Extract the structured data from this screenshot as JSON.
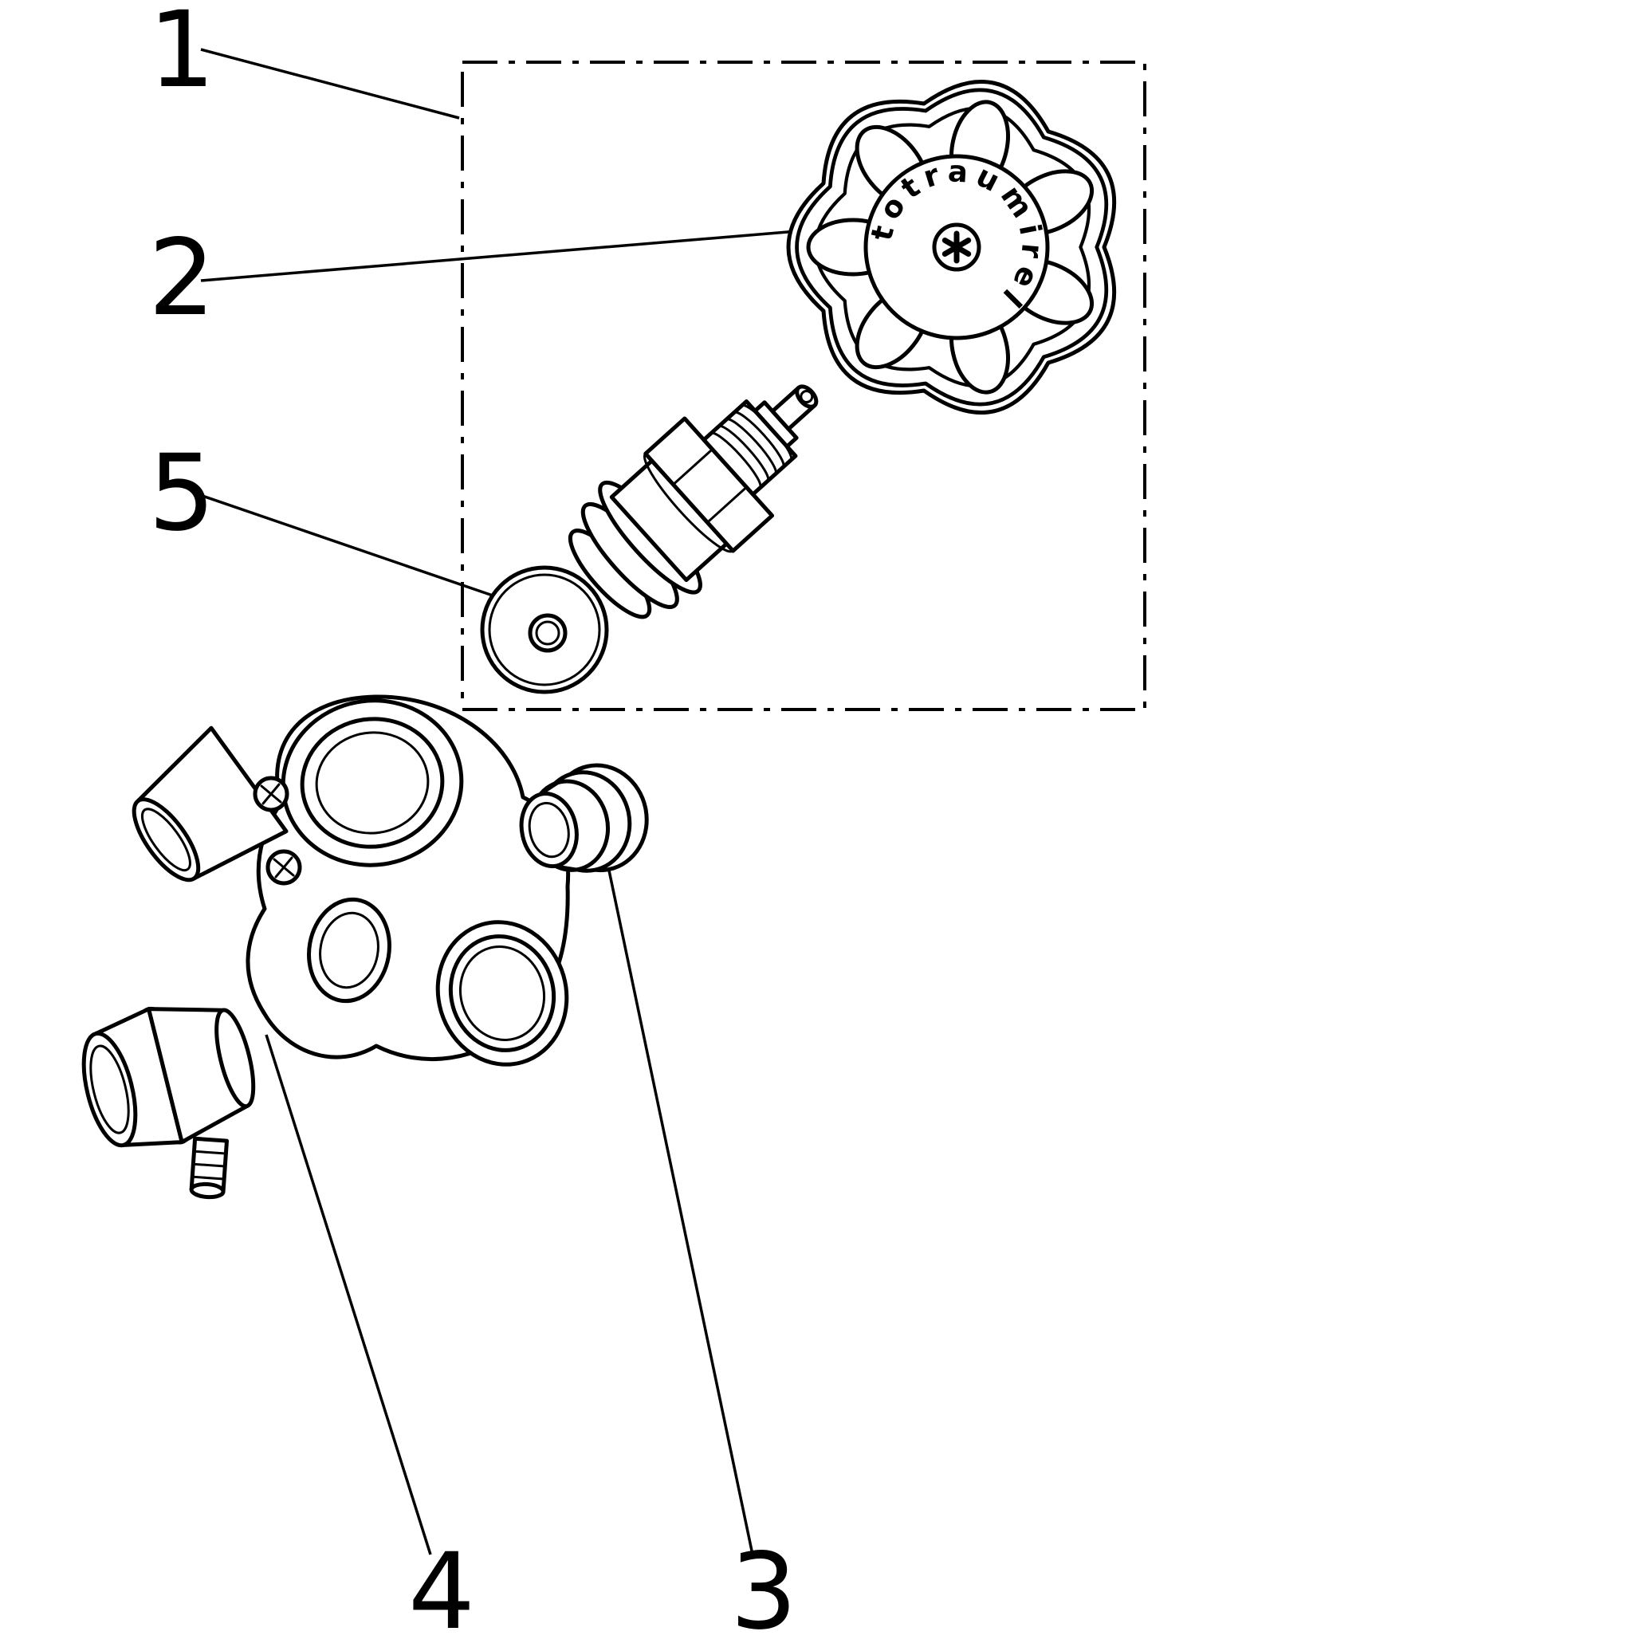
{
  "diagram": {
    "type": "exploded-view-parts-diagram",
    "subject": "valve assembly: handwheel, headwork cartridge, seal washer, valve body, threaded bushing, outlet fitting",
    "background_color": "#ffffff",
    "line_color": "#000000",
    "callouts": [
      {
        "number": "1",
        "target": "upper-assembly-group-box"
      },
      {
        "number": "2",
        "target": "handwheel"
      },
      {
        "number": "3",
        "target": "threaded-bushing"
      },
      {
        "number": "4",
        "target": "outlet-valve-fitting"
      },
      {
        "number": "5",
        "target": "seal-washer"
      }
    ],
    "handwheel": {
      "inscription": "totraumirel",
      "center_symbol": "asterisk"
    }
  }
}
